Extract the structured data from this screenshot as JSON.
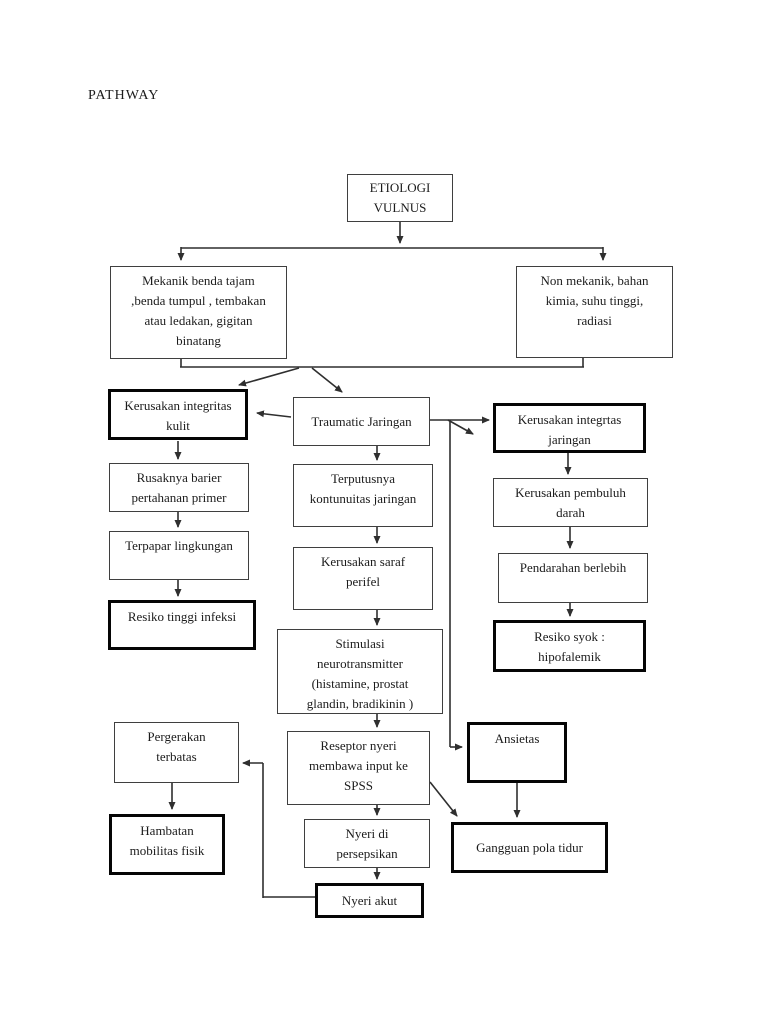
{
  "title": "PATHWAY",
  "colors": {
    "line": "#2f2f2f",
    "border": "#3f3f3f",
    "bold-border": "#050505",
    "ink": "#1b1b1b",
    "paper": "#ffffff"
  },
  "diagram": {
    "nodes": {
      "etiologi": {
        "label": "ETIOLOGI\nVULNUS",
        "emphasis": false
      },
      "mekanik": {
        "label": "Mekanik benda tajam\n,benda tumpul , tembakan\natau ledakan, gigitan\nbinatang",
        "emphasis": false
      },
      "nonmekanik": {
        "label": "Non mekanik, bahan\nkimia, suhu tinggi,\nradiasi",
        "emphasis": false
      },
      "kulit": {
        "label": "Kerusakan integritas\nkulit",
        "emphasis": true
      },
      "traumatic": {
        "label": "Traumatic Jaringan",
        "emphasis": false
      },
      "jaringan": {
        "label": "Kerusakan integrtas\njaringan",
        "emphasis": true
      },
      "rusaknya": {
        "label": "Rusaknya barier\npertahanan primer",
        "emphasis": false
      },
      "terputusnya": {
        "label": "Terputusnya\nkontunuitas  jaringan",
        "emphasis": false
      },
      "pembuluh": {
        "label": "Kerusakan pembuluh\ndarah",
        "emphasis": false
      },
      "terpapar": {
        "label": "Terpapar lingkungan",
        "emphasis": false
      },
      "saraf": {
        "label": "Kerusakan saraf\nperifel",
        "emphasis": false
      },
      "pendarahan": {
        "label": "Pendarahan berlebih",
        "emphasis": false
      },
      "infeksi": {
        "label": "Resiko tinggi infeksi",
        "emphasis": true
      },
      "stimulasi": {
        "label": "Stimulasi\nneurotransmitter\n(histamine, prostat\nglandin, bradikinin )",
        "emphasis": false
      },
      "syok": {
        "label": "Resiko syok :\nhipofalemik",
        "emphasis": true
      },
      "pergerakan": {
        "label": "Pergerakan\nterbatas",
        "emphasis": false
      },
      "reseptor": {
        "label": "Reseptor nyeri\nmembawa input ke\nSPSS",
        "emphasis": false
      },
      "ansietas": {
        "label": "Ansietas",
        "emphasis": true
      },
      "hambatan": {
        "label": "Hambatan\nmobilitas fisik",
        "emphasis": true
      },
      "persepsi": {
        "label": "Nyeri di\npersepsikan",
        "emphasis": false
      },
      "tidur": {
        "label": "Gangguan pola tidur",
        "emphasis": true
      },
      "akut": {
        "label": "Nyeri akut",
        "emphasis": true
      }
    }
  }
}
